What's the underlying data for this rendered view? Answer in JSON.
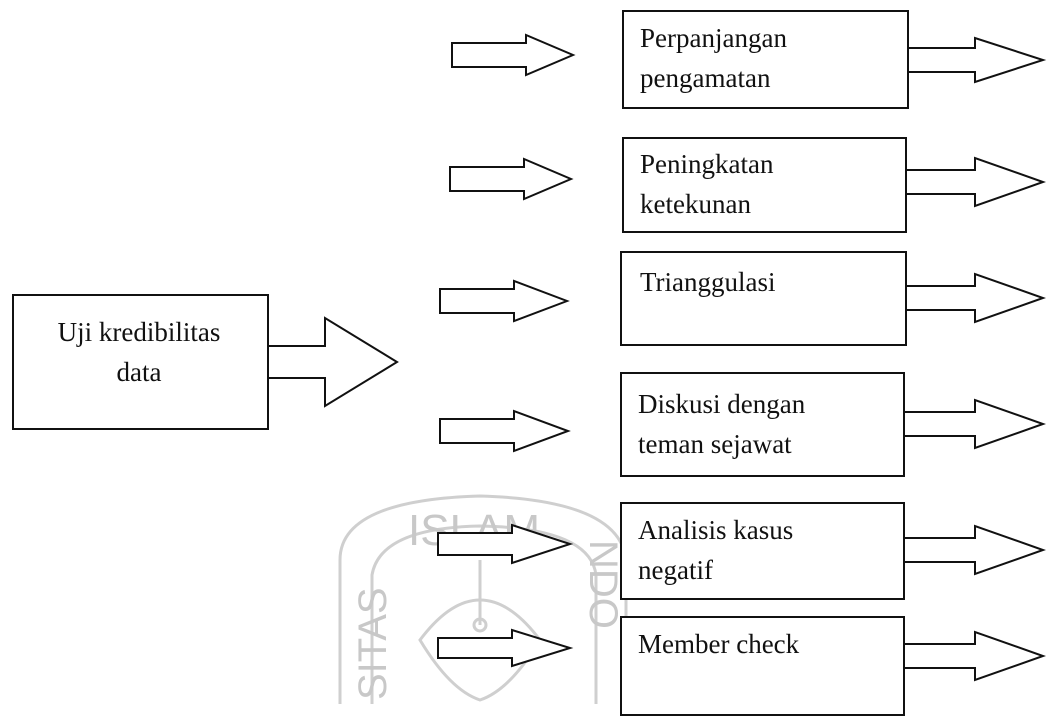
{
  "source": {
    "line1": "Uji kredibilitas",
    "line2": "data"
  },
  "techniques": [
    {
      "line1": "Perpanjangan",
      "line2": "pengamatan"
    },
    {
      "line1": "Peningkatan",
      "line2": "ketekunan"
    },
    {
      "line1": "Trianggulasi",
      "line2": ""
    },
    {
      "line1": "Diskusi dengan",
      "line2": "teman sejawat"
    },
    {
      "line1": "Analisis kasus",
      "line2": "negatif"
    },
    {
      "line1": "Member check",
      "line2": ""
    }
  ],
  "watermark": {
    "top": "ISLAM",
    "left": "SITAS",
    "right": "NDO"
  },
  "colors": {
    "stroke": "#111111",
    "watermark": "#c8c8c8"
  }
}
